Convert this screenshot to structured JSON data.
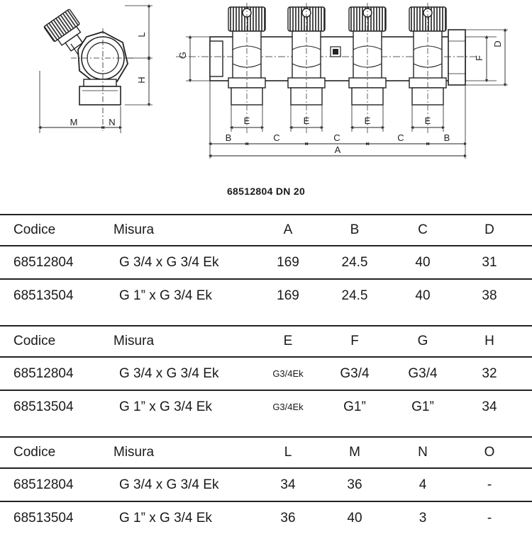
{
  "model_caption": "68512804 DN 20",
  "drawing_labels": {
    "side": [
      "L",
      "H",
      "M",
      "N"
    ],
    "front": [
      "G",
      "F",
      "D",
      "E",
      "E",
      "E",
      "E",
      "B",
      "C",
      "C",
      "C",
      "B",
      "A"
    ]
  },
  "tables": [
    {
      "header": [
        "Codice",
        "Misura",
        "A",
        "B",
        "C",
        "D"
      ],
      "rows": [
        [
          "68512804",
          "G 3/4 x G 3/4 Ek",
          "169",
          "24.5",
          "40",
          "31"
        ],
        [
          "68513504",
          "G 1” x G 3/4 Ek",
          "169",
          "24.5",
          "40",
          "38"
        ]
      ]
    },
    {
      "header": [
        "Codice",
        "Misura",
        "E",
        "F",
        "G",
        "H"
      ],
      "rows": [
        [
          "68512804",
          "G 3/4 x G 3/4 Ek",
          "G3/4Ek",
          "G3/4",
          "G3/4",
          "32"
        ],
        [
          "68513504",
          "G 1” x G 3/4 Ek",
          "G3/4Ek",
          "G1”",
          "G1”",
          "34"
        ]
      ]
    },
    {
      "header": [
        "Codice",
        "Misura",
        "L",
        "M",
        "N",
        "O"
      ],
      "rows": [
        [
          "68512804",
          "G 3/4 x G 3/4 Ek",
          "34",
          "36",
          "4",
          "-"
        ],
        [
          "68513504",
          "G 1” x G 3/4 Ek",
          "36",
          "40",
          "3",
          "-"
        ]
      ]
    }
  ]
}
